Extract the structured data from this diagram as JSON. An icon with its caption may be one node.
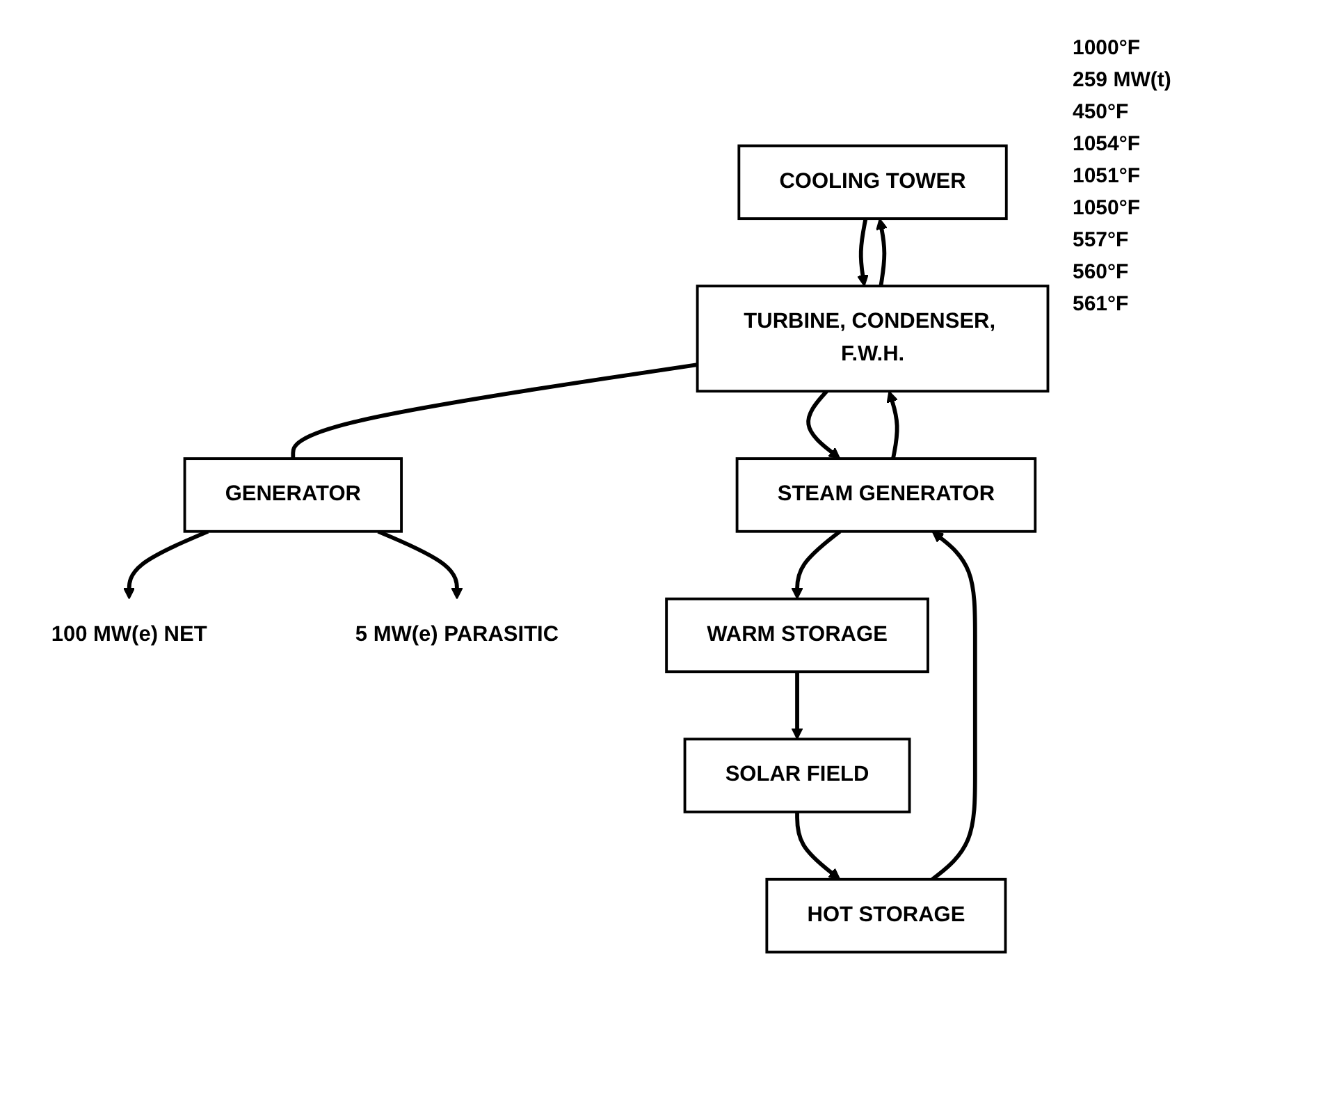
{
  "diagram": {
    "nodes": [
      {
        "text": [
          "GENERATOR"
        ]
      },
      {
        "text": [
          "COOLING TOWER"
        ]
      },
      {
        "text": [
          "TURBINE, CONDENSER, F.W.H."
        ]
      },
      {
        "text": [
          "SOLAR FIELD"
        ]
      },
      {
        "text": [
          "HOT STORAGE"
        ]
      },
      {
        "text": [
          "STEAM GENERATOR"
        ]
      },
      {
        "text": [
          "WARM STORAGE"
        ]
      },
      {
        "text": [
          "100 MW(e) NET"
        ]
      },
      {
        "text": [
          "5 MW(e) PARASITIC"
        ]
      }
    ],
    "edges": [
      {
        "from": 2,
        "to": 0,
        "arrow": "none"
      },
      {
        "from": 0,
        "to": 7,
        "arrow": "to"
      },
      {
        "from": 0,
        "to": 8,
        "arrow": "to"
      },
      {
        "from": 1,
        "to": 2,
        "arrow": "to"
      },
      {
        "from": 2,
        "to": 1,
        "arrow": "to"
      },
      {
        "from": 5,
        "to": 2,
        "arrow": "to"
      },
      {
        "from": 2,
        "to": 5,
        "arrow": "to"
      },
      {
        "from": 3,
        "to": 4,
        "arrow": "to"
      },
      {
        "from": 4,
        "to": 5,
        "arrow": "to"
      },
      {
        "from": 5,
        "to": 6,
        "arrow": "to"
      },
      {
        "from": 6,
        "to": 3,
        "arrow": "to"
      }
    ],
    "labels": [
      "1000°F",
      "259 MW(t)",
      "450°F",
      "1054°F",
      "1051°F",
      "1050°F",
      "557°F",
      "560°F",
      "561°F"
    ]
  }
}
